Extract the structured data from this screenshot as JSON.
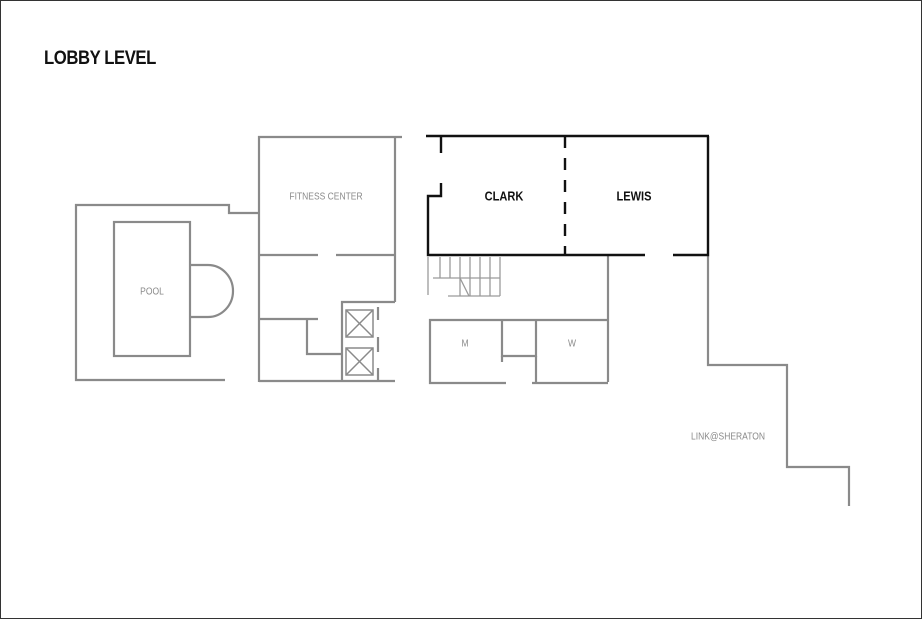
{
  "map": {
    "title": "LOBBY LEVEL",
    "colors": {
      "existing_wall": "#8a8a8a",
      "highlight_wall": "#111111",
      "frame": "#333333",
      "background": "#ffffff"
    },
    "rooms": {
      "pool": "POOL",
      "fitness_center": "FITNESS CENTER",
      "clark": "CLARK",
      "lewis": "LEWIS",
      "mens_restroom": "M",
      "womens_restroom": "W",
      "link": "LINK@SHERATON"
    },
    "icons": {
      "elevator": "elevator-icon",
      "stairs": "stairs-icon"
    }
  }
}
